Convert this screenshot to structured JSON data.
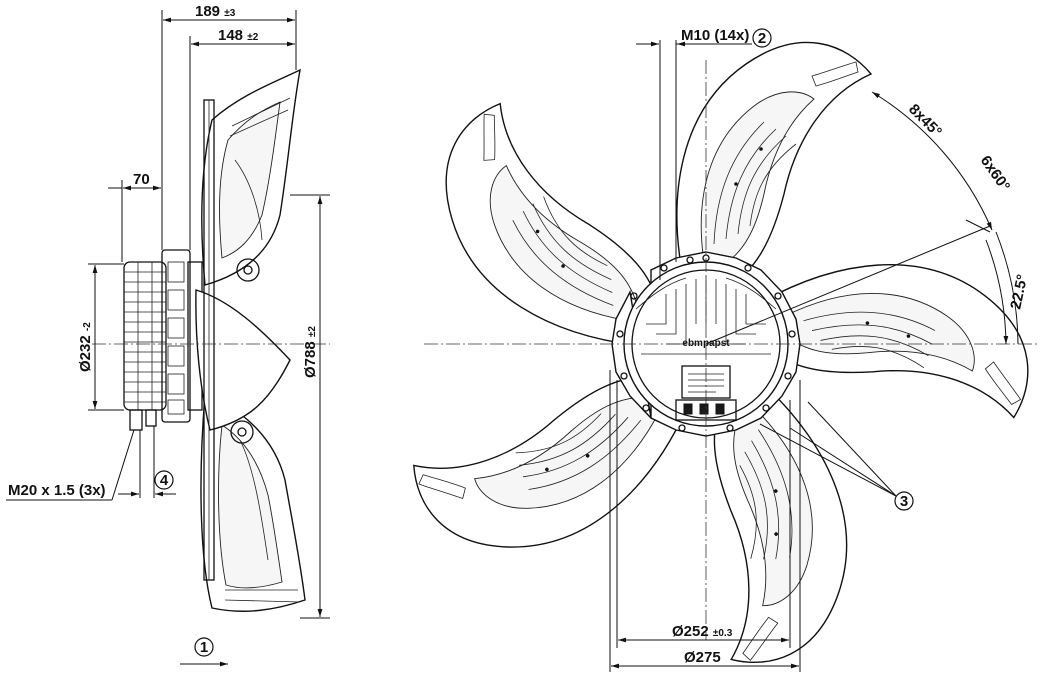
{
  "dimensions": {
    "d189": {
      "main": "189",
      "tol": "±3"
    },
    "d148": {
      "main": "148",
      "tol": "±2"
    },
    "d70": {
      "main": "70"
    },
    "d232": {
      "main": "Ø232",
      "tol": "-2"
    },
    "d788": {
      "main": "Ø788",
      "tol": "±2"
    },
    "d252": {
      "main": "Ø252",
      "tol": "±0.3"
    },
    "d275": {
      "main": "Ø275"
    },
    "thread_m10": "M10 (14x)",
    "thread_m20": "M20 x 1.5 (3x)",
    "angle_8x45": "8x45°",
    "angle_6x60": "6x60°",
    "angle_22_5": "22.5°"
  },
  "callouts": {
    "c1": "1",
    "c2": "2",
    "c3": "3",
    "c4": "4"
  },
  "brand_label": "ebmpapst",
  "colors": {
    "line": "#111111",
    "background": "#ffffff"
  }
}
